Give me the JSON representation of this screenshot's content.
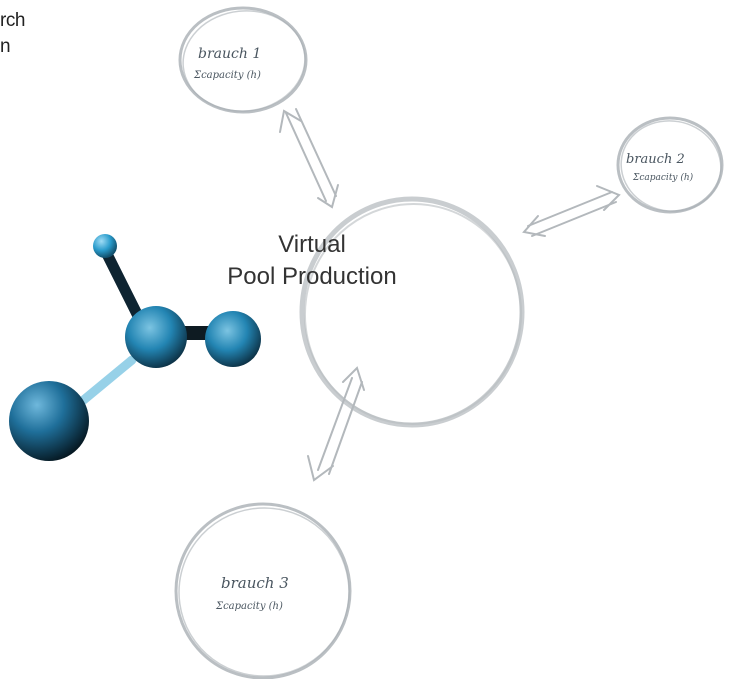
{
  "fragment_lines": [
    "rch",
    "n"
  ],
  "center": {
    "line1": "Virtual",
    "line2": "Pool Production"
  },
  "branches": [
    {
      "name": "brauch 1",
      "capacity": "Σcapacity (h)"
    },
    {
      "name": "brauch 2",
      "capacity": "Σcapacity (h)"
    },
    {
      "name": "brauch 3",
      "capacity": "Σcapacity (h)"
    }
  ],
  "colors": {
    "sketch": "#b7bcc0",
    "molecule": "#1f7fae",
    "text": "#333333"
  }
}
